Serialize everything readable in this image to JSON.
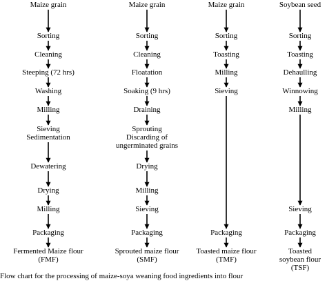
{
  "columns": [
    {
      "id": "fmf",
      "steps": [
        [
          "Maize grain"
        ],
        [
          "Sorting"
        ],
        [
          "Cleaning"
        ],
        [
          "Steeping (72 hrs)"
        ],
        [
          "Washing"
        ],
        [
          "Milling"
        ],
        [
          "Sieving",
          "Sedimentation"
        ],
        [
          "Dewatering"
        ],
        [
          "Drying"
        ],
        [
          "Milling"
        ],
        [
          "Packaging"
        ],
        [
          "Fermented Maize flour",
          "(FMF)"
        ]
      ]
    },
    {
      "id": "smf",
      "steps": [
        [
          "Maize grain"
        ],
        [
          "Sorting"
        ],
        [
          "Cleaning"
        ],
        [
          "Floatation"
        ],
        [
          "Soaking (9 hrs)"
        ],
        [
          "Draining"
        ],
        [
          "Sprouting",
          "Discarding of",
          "ungerminated grains"
        ],
        [
          "Drying"
        ],
        [
          "Milling"
        ],
        [
          "Sieving"
        ],
        [
          "Packaging"
        ],
        [
          "Sprouted maize flour",
          "(SMF)"
        ]
      ]
    },
    {
      "id": "tmf",
      "steps": [
        [
          "Maize grain"
        ],
        [
          "Sorting"
        ],
        [
          "Toasting"
        ],
        [
          "Milling"
        ],
        [
          "Sieving"
        ],
        [
          "Packaging"
        ],
        [
          "Toasted maize flour",
          "(TMF)"
        ]
      ]
    },
    {
      "id": "tsf",
      "steps": [
        [
          "Soybean seed"
        ],
        [
          "Sorting"
        ],
        [
          "Toasting"
        ],
        [
          "Dehaulling"
        ],
        [
          "Winnowing"
        ],
        [
          "Milling"
        ],
        [
          "Sieving"
        ],
        [
          "Packaging"
        ],
        [
          "Toasted",
          "soybean flour",
          "(TSF)"
        ]
      ]
    }
  ],
  "caption": "Flow chart for the processing of maize-soya weaning food ingredients into flour"
}
